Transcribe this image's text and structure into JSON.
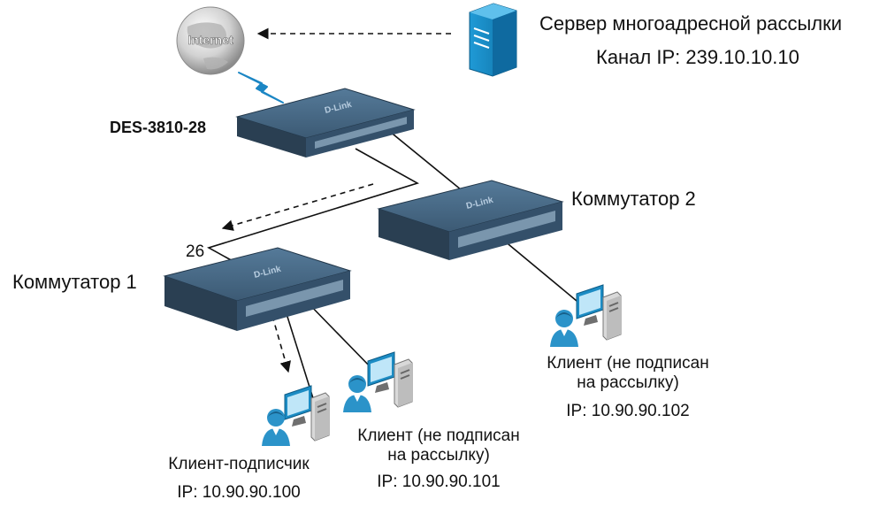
{
  "server": {
    "title": "Сервер многоадресной рассылки",
    "channel": "Канал IP: 239.10.10.10"
  },
  "internet": {
    "label": "Internet"
  },
  "core_switch": {
    "label": "DES-3810-28",
    "brand": "D-Link"
  },
  "switch1": {
    "label": "Коммутатор 1",
    "port": "26",
    "brand": "D-Link"
  },
  "switch2": {
    "label": "Коммутатор 2",
    "brand": "D-Link"
  },
  "clients": [
    {
      "line1": "Клиент-подписчик",
      "line2": "",
      "ip": "IP: 10.90.90.100"
    },
    {
      "line1": "Клиент (не подписан",
      "line2": "на рассылку)",
      "ip": "IP: 10.90.90.101"
    },
    {
      "line1": "Клиент (не подписан",
      "line2": "на рассылку)",
      "ip": "IP: 10.90.90.102"
    }
  ],
  "colors": {
    "server": "#1a8fc6",
    "switch_top": "#3f5f7a",
    "switch_front": "#2a3f52",
    "person": "#2b93c9",
    "globe": "#c8c8c8",
    "lightning": "#1b86c4"
  }
}
